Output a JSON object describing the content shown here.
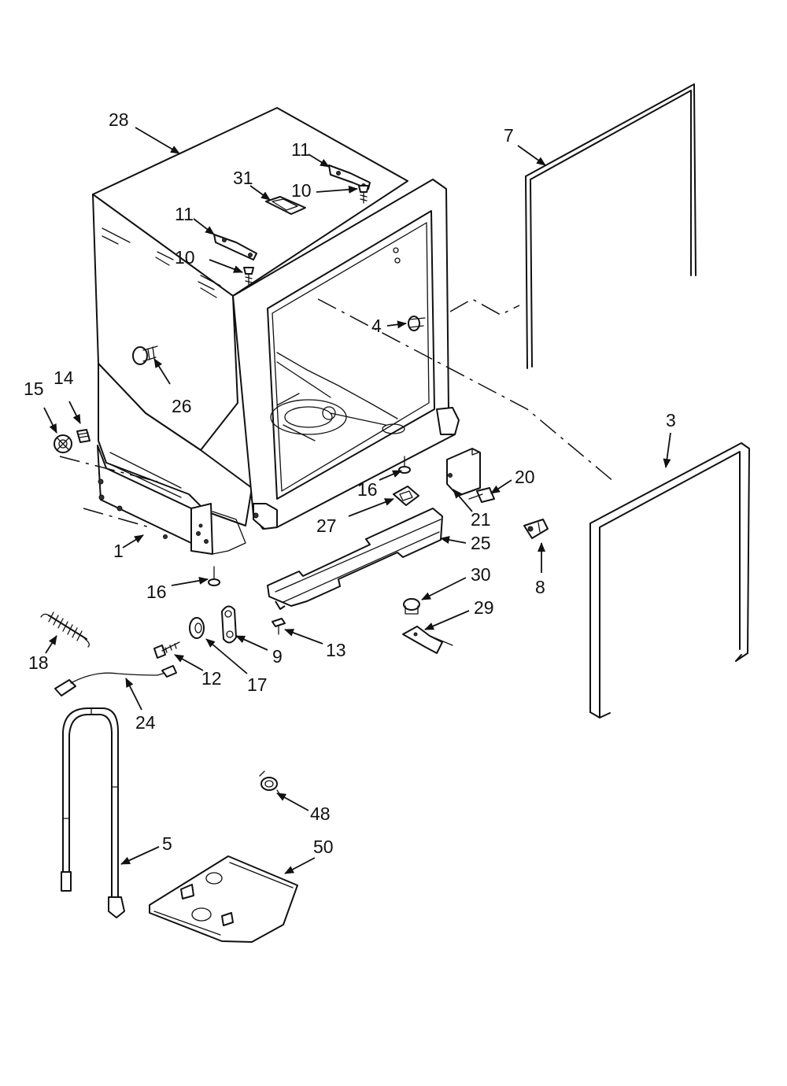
{
  "diagram": {
    "callouts": [
      {
        "id": "c28",
        "text": "28"
      },
      {
        "id": "c11a",
        "text": "11"
      },
      {
        "id": "c31",
        "text": "31"
      },
      {
        "id": "c10a",
        "text": "10"
      },
      {
        "id": "c11b",
        "text": "11"
      },
      {
        "id": "c10b",
        "text": "10"
      },
      {
        "id": "c7",
        "text": "7"
      },
      {
        "id": "c4",
        "text": "4"
      },
      {
        "id": "c26",
        "text": "26"
      },
      {
        "id": "c15",
        "text": "15"
      },
      {
        "id": "c14",
        "text": "14"
      },
      {
        "id": "c3",
        "text": "3"
      },
      {
        "id": "c20",
        "text": "20"
      },
      {
        "id": "c16a",
        "text": "16"
      },
      {
        "id": "c21",
        "text": "21"
      },
      {
        "id": "c27",
        "text": "27"
      },
      {
        "id": "c25",
        "text": "25"
      },
      {
        "id": "c1",
        "text": "1"
      },
      {
        "id": "c8",
        "text": "8"
      },
      {
        "id": "c16b",
        "text": "16"
      },
      {
        "id": "c30",
        "text": "30"
      },
      {
        "id": "c29",
        "text": "29"
      },
      {
        "id": "c9",
        "text": "9"
      },
      {
        "id": "c13",
        "text": "13"
      },
      {
        "id": "c18",
        "text": "18"
      },
      {
        "id": "c12",
        "text": "12"
      },
      {
        "id": "c17",
        "text": "17"
      },
      {
        "id": "c24",
        "text": "24"
      },
      {
        "id": "c48",
        "text": "48"
      },
      {
        "id": "c5",
        "text": "5"
      },
      {
        "id": "c50",
        "text": "50"
      }
    ]
  }
}
